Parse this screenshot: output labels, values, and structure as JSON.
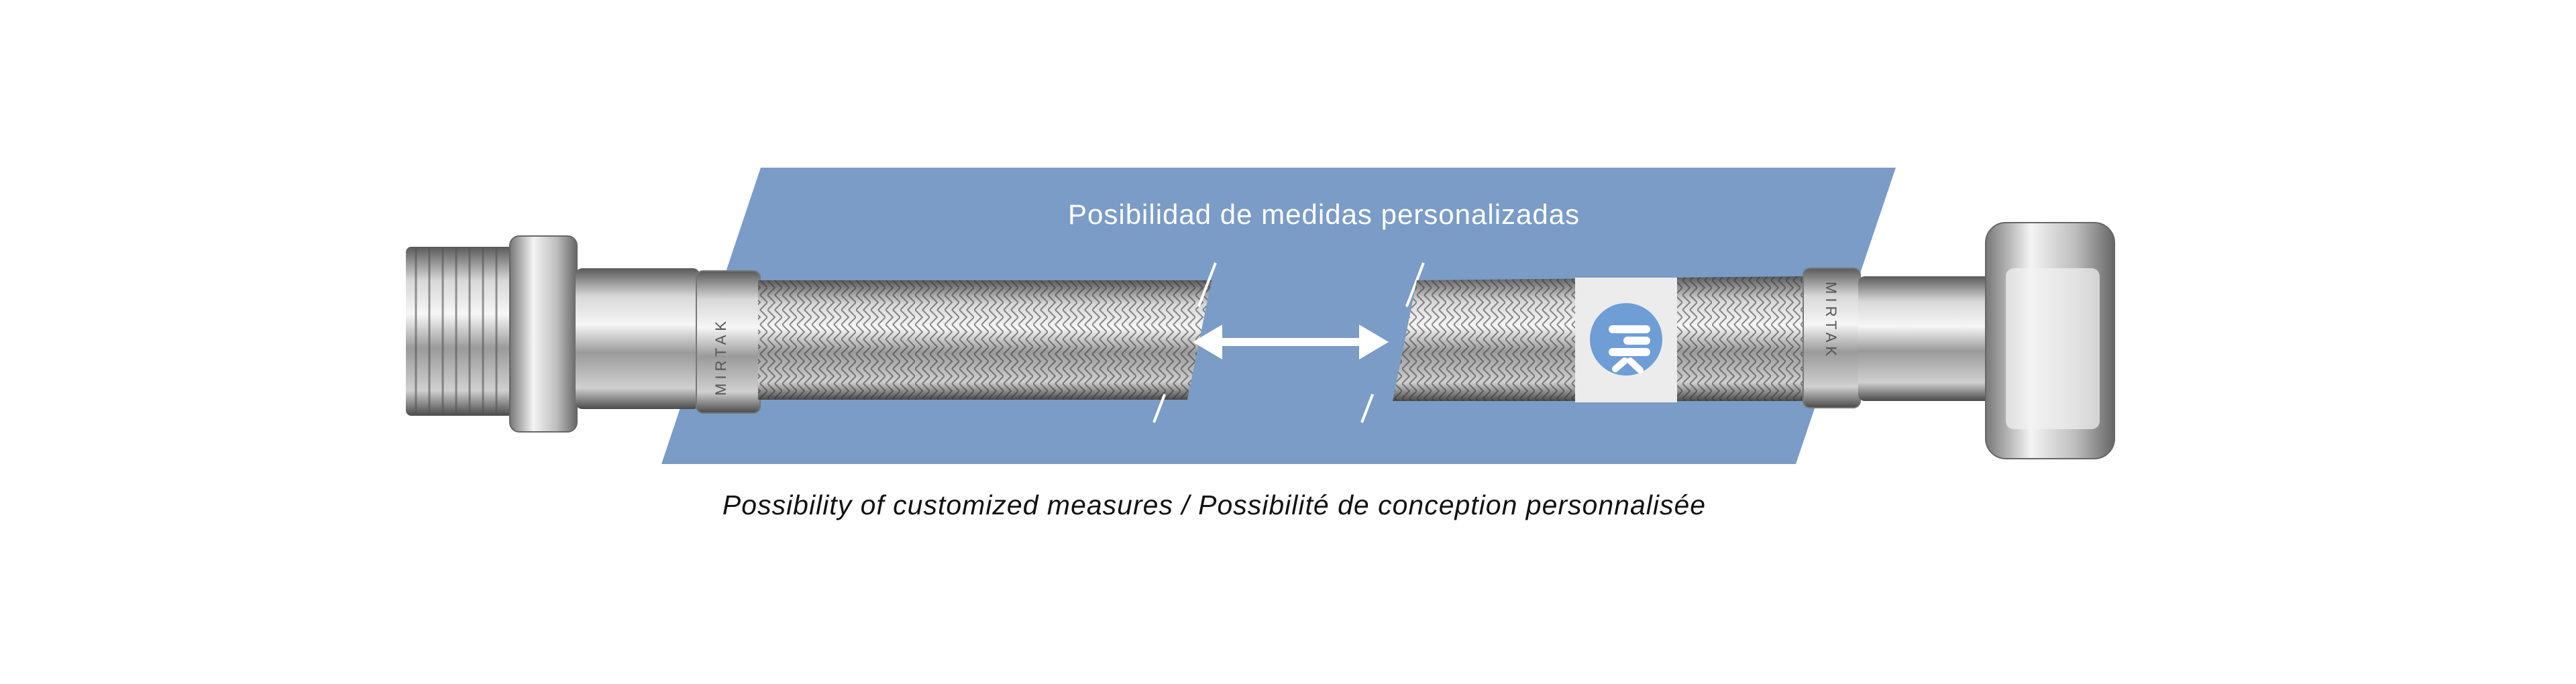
{
  "banner": {
    "title": "Posibilidad de medidas personalizadas",
    "color": "#7a9cc6"
  },
  "caption": "Possibility of customized measures / Possibilité de conception personnalisée",
  "product": {
    "brand_marking": "MIRTAK",
    "logo_color": "#6f9ed6"
  }
}
